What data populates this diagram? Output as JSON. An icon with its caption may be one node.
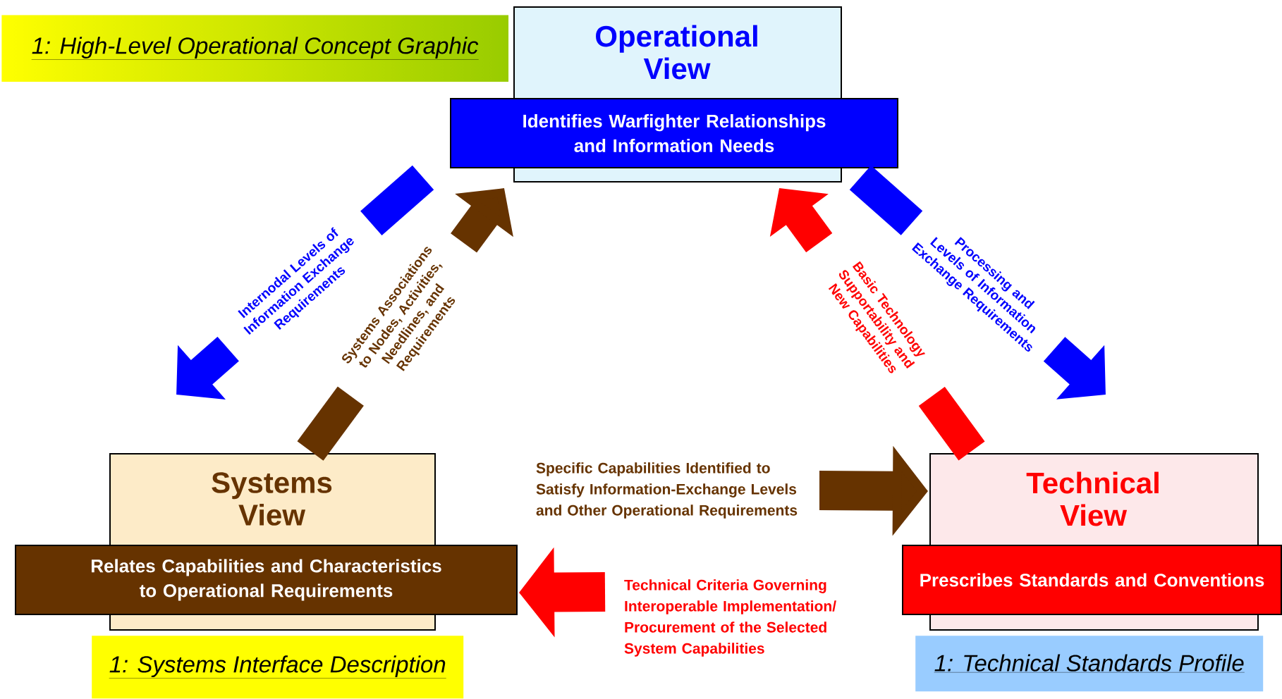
{
  "diagram": {
    "nodes": [
      {
        "text": [
          "1: High-Level Operational Concept Graphic"
        ]
      },
      {
        "text": [
          "Operational View",
          "Identifies Warfighter Relationships and Information Needs"
        ]
      },
      {
        "text": [
          "Systems View",
          "Relates Capabilities and Characteristics to Operational Requirements"
        ]
      },
      {
        "text": [
          "Technical View",
          "Prescribes Standards and Conventions"
        ]
      },
      {
        "text": [
          "1: Systems Interface Description"
        ]
      },
      {
        "text": [
          "1: Technical Standards Profile"
        ]
      }
    ],
    "edges": [
      {
        "from": 1,
        "to": 2,
        "arrow": "to",
        "label": "Internodal Levels of Information Exchange Requirements",
        "color": "#0000ff"
      },
      {
        "from": 2,
        "to": 1,
        "arrow": "to",
        "label": "Systems Associations to Nodes, Activities, Needlines, and Requirements",
        "color": "#663300"
      },
      {
        "from": 3,
        "to": 1,
        "arrow": "to",
        "label": "Basic Technology Supportability and New Capabilities",
        "color": "#ff0000"
      },
      {
        "from": 1,
        "to": 3,
        "arrow": "to",
        "label": "Processing and Levels of Information Exchange Requirements",
        "color": "#0000ff"
      },
      {
        "from": null,
        "to": 3,
        "arrow": "to",
        "label": "Specific Capabilities Identified to Satisfy Information-Exchange Levels and Other Operational Requirements",
        "color": "#663300"
      },
      {
        "from": null,
        "to": 2,
        "arrow": "to",
        "label": "Technical Criteria Governing Interoperable Implementation/ Procurement of the Selected System Capabilities",
        "color": "#ff0000"
      }
    ]
  }
}
